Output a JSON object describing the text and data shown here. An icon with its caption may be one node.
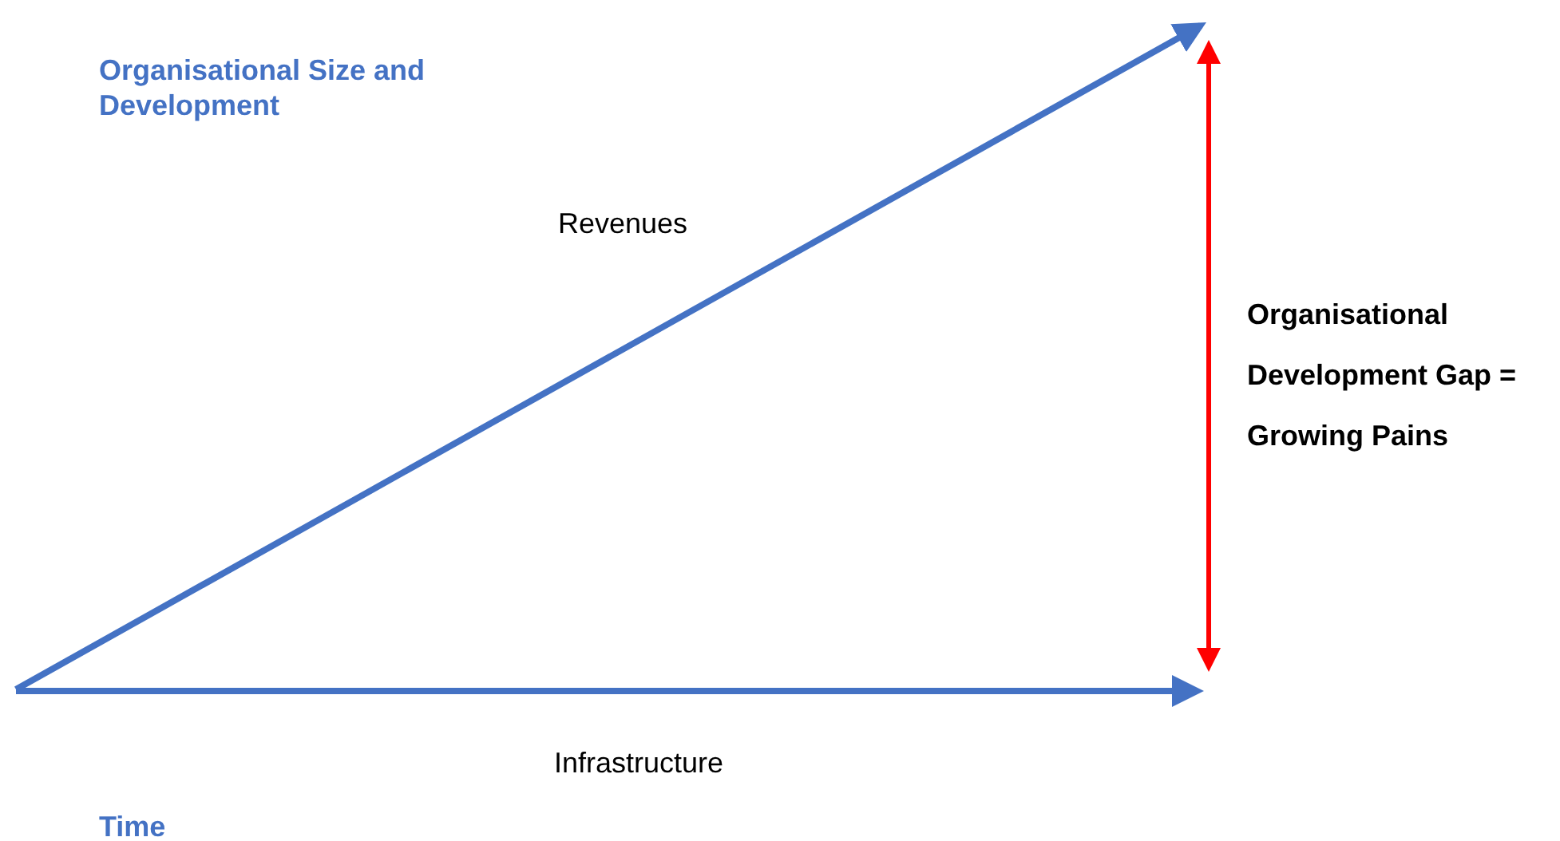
{
  "diagram": {
    "labels": [
      "Organisational Size and Development",
      "Revenues",
      "Organisational Development Gap = Growing Pains",
      "Infrastructure",
      "Time"
    ]
  }
}
